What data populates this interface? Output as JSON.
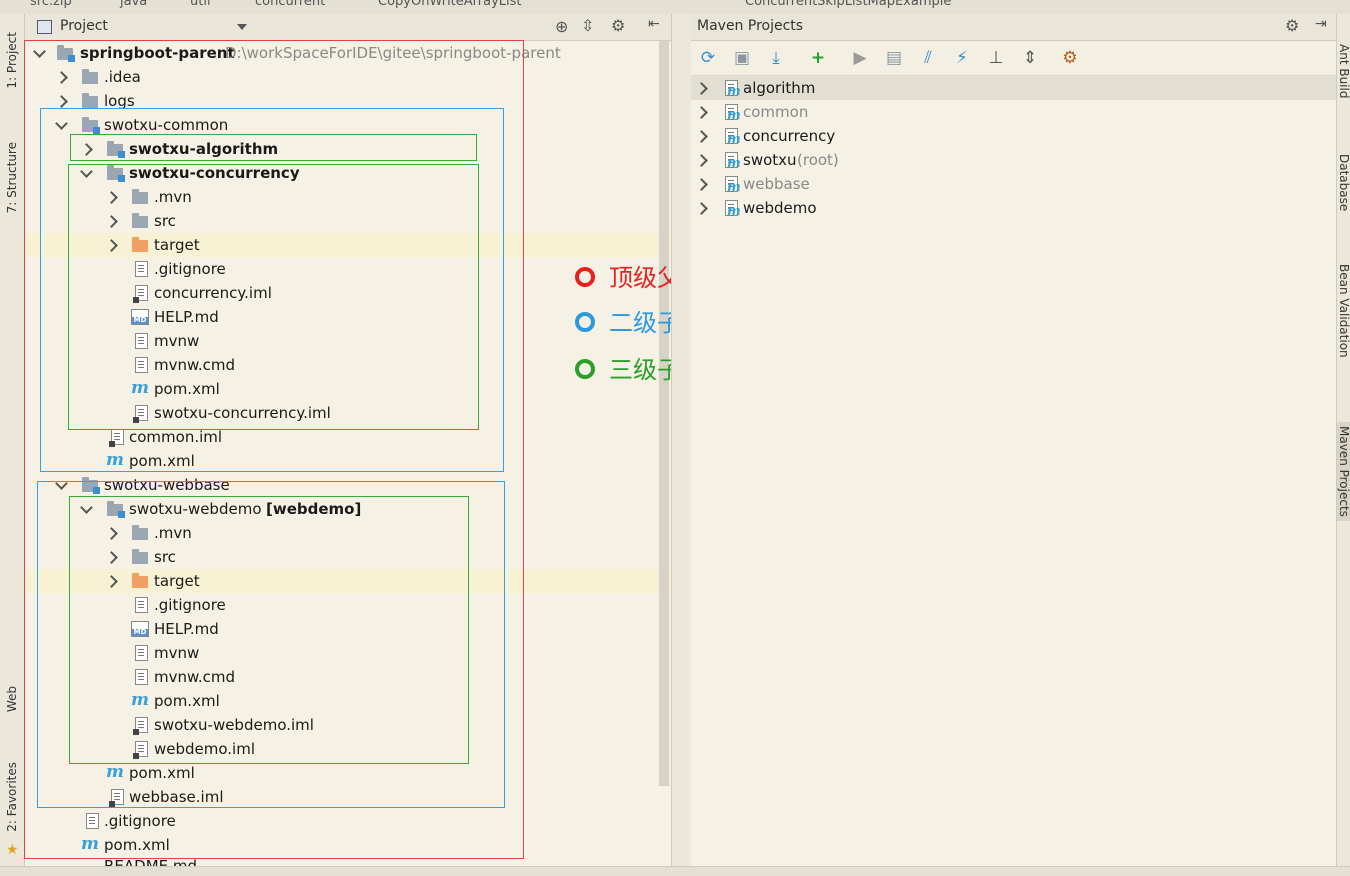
{
  "top_bar": {
    "items": [
      "src.zip",
      "java",
      "util",
      "concurrent",
      "CopyOnWriteArrayList",
      "ConcurrentSkipListMapExample"
    ]
  },
  "left_tabs": {
    "project": "1: Project",
    "structure": "7: Structure",
    "web": "Web",
    "favorites": "2: Favorites"
  },
  "right_tabs": {
    "ant": "Ant Build",
    "database": "Database",
    "bean": "Bean Validation",
    "maven": "Maven Projects"
  },
  "project_panel": {
    "title": "Project",
    "root": {
      "name": "springboot-parent",
      "path": "D:\\workSpaceForIDE\\gitee\\springboot-parent"
    },
    "rows": [
      {
        "label": ".idea"
      },
      {
        "label": "logs"
      },
      {
        "label": "swotxu-common"
      },
      {
        "label": "swotxu-algorithm"
      },
      {
        "label": "swotxu-concurrency"
      },
      {
        "label": ".mvn"
      },
      {
        "label": "src"
      },
      {
        "label": "target"
      },
      {
        "label": ".gitignore"
      },
      {
        "label": "concurrency.iml"
      },
      {
        "label": "HELP.md"
      },
      {
        "label": "mvnw"
      },
      {
        "label": "mvnw.cmd"
      },
      {
        "label": "pom.xml"
      },
      {
        "label": "swotxu-concurrency.iml"
      },
      {
        "label": "common.iml"
      },
      {
        "label": "pom.xml"
      },
      {
        "label": "swotxu-webbase"
      },
      {
        "label": "swotxu-webdemo",
        "suffix": "[webdemo]"
      },
      {
        "label": ".mvn"
      },
      {
        "label": "src"
      },
      {
        "label": "target"
      },
      {
        "label": ".gitignore"
      },
      {
        "label": "HELP.md"
      },
      {
        "label": "mvnw"
      },
      {
        "label": "mvnw.cmd"
      },
      {
        "label": "pom.xml"
      },
      {
        "label": "swotxu-webdemo.iml"
      },
      {
        "label": "webdemo.iml"
      },
      {
        "label": "pom.xml"
      },
      {
        "label": "webbase.iml"
      },
      {
        "label": ".gitignore"
      },
      {
        "label": "pom.xml"
      },
      {
        "label": "README.md"
      }
    ],
    "md_badge": "MD"
  },
  "legend": [
    {
      "text": "顶级父项目",
      "color": "#e82020"
    },
    {
      "text": "二级子项目",
      "color": "#2a9ae0"
    },
    {
      "text": "三级子项目（springboot项目）",
      "color": "#2aa02a"
    }
  ],
  "maven_panel": {
    "title": "Maven Projects",
    "projects": [
      {
        "name": "algorithm",
        "muted": false
      },
      {
        "name": "common",
        "muted": true
      },
      {
        "name": "concurrency",
        "muted": false
      },
      {
        "name": "swotxu",
        "suffix": "(root)",
        "muted": false
      },
      {
        "name": "webbase",
        "muted": true
      },
      {
        "name": "webdemo",
        "muted": false
      }
    ],
    "toolbar": {
      "refresh": "refresh-icon",
      "generate": "generate-sources-icon",
      "download": "download-icon",
      "add": "add-icon",
      "run": "run-icon",
      "execute": "execute-goal-icon",
      "toggle": "toggle-offline-icon",
      "skip": "skip-tests-icon",
      "deps": "show-dependencies-icon",
      "collapse": "collapse-all-icon",
      "settings": "settings-icon"
    }
  }
}
